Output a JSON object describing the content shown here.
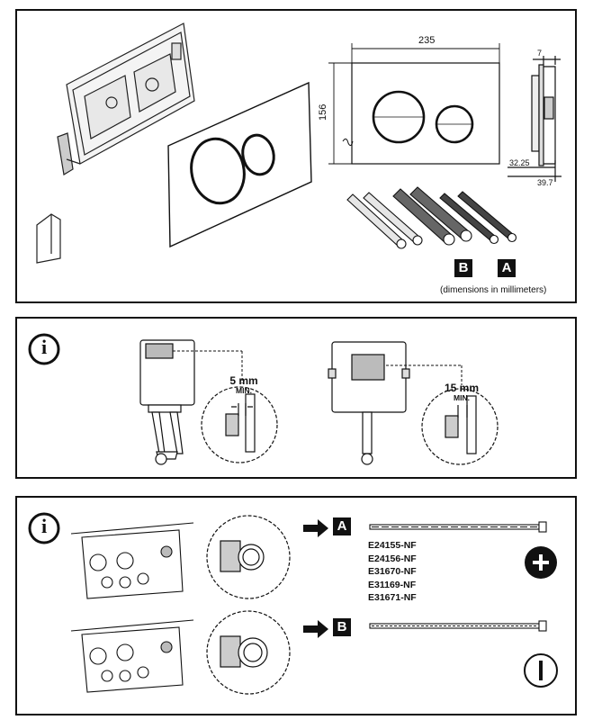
{
  "panel1": {
    "dims": {
      "width": "235",
      "height": "156",
      "depth_top": "7",
      "depth_a": "32.25",
      "depth_b": "39.7"
    },
    "label_b": "B",
    "label_a": "A",
    "note": "(dimensions in millimeters)"
  },
  "panel2": {
    "info_icon": "i",
    "clearance_1": {
      "value": "5 mm",
      "min": "MIN."
    },
    "clearance_2": {
      "value": "15 mm",
      "min": "MIN."
    }
  },
  "panel3": {
    "info_icon": "i",
    "label_a": "A",
    "label_b": "B",
    "codes": [
      "E24155-NF",
      "E24156-NF",
      "E31670-NF",
      "E31169-NF",
      "E31671-NF"
    ],
    "screw_a_icon": "phillips-head-icon",
    "screw_b_icon": "slotted-head-icon"
  }
}
